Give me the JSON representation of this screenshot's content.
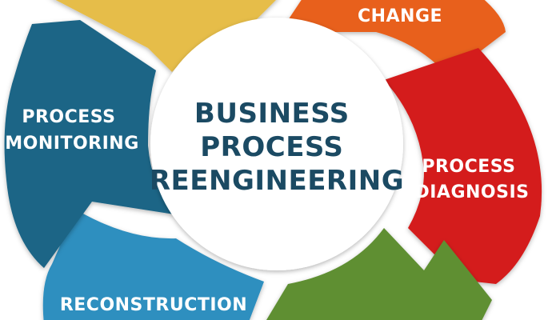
{
  "diagram": {
    "center": {
      "lines": [
        "BUSINESS",
        "PROCESS",
        "REENGINEERING"
      ]
    },
    "segments": [
      {
        "id": "top-yellow",
        "lines": [],
        "color": "#e6bd4a"
      },
      {
        "id": "change",
        "lines": [
          "CHANGE"
        ],
        "color": "#e8611f"
      },
      {
        "id": "process-diagnosis",
        "lines": [
          "PROCESS",
          "DIAGNOSIS"
        ],
        "color": "#d41d1a"
      },
      {
        "id": "bottom-green",
        "lines": [],
        "color": "#5e8f31"
      },
      {
        "id": "reconstruction",
        "lines": [
          "RECONSTRUCTION"
        ],
        "color": "#2e8fbf"
      },
      {
        "id": "process-monitoring",
        "lines": [
          "PROCESS",
          "MONITORING"
        ],
        "color": "#1c6586"
      }
    ]
  }
}
